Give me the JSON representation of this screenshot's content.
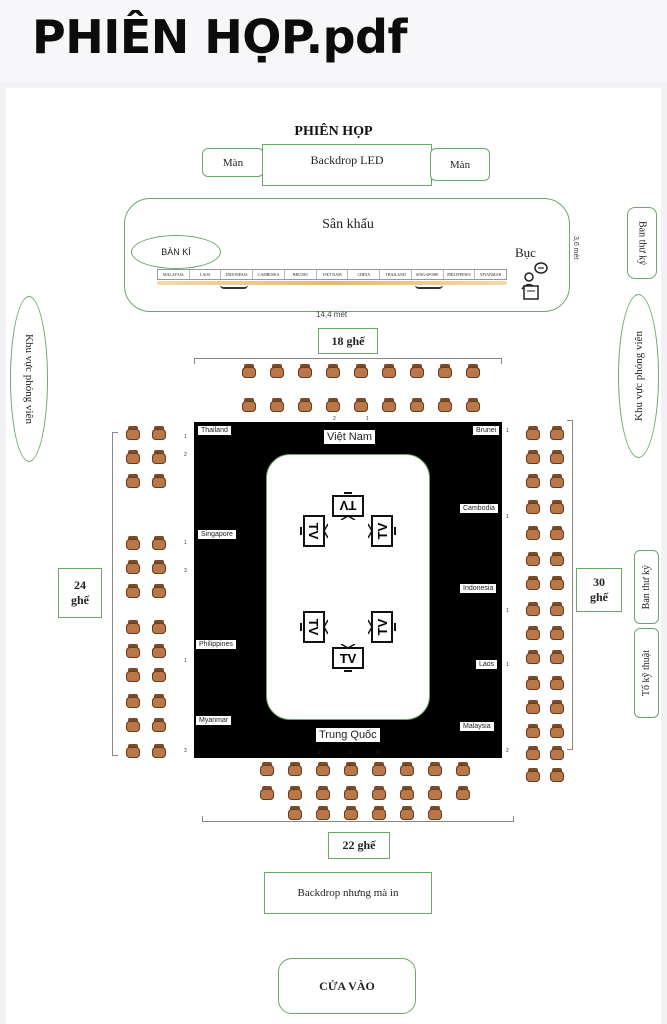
{
  "file_title": "PHIÊN HỌP.pdf",
  "plan": {
    "title": "PHIÊN HỌP",
    "backdrop_led": "Backdrop LED",
    "curtain_left": "Màn",
    "curtain_right": "Màn",
    "stage": "Sân khấu",
    "signing_table": "BÀN KÍ",
    "podium": "Bục",
    "stage_depth": "3,6 mét",
    "stage_width": "14,4 mét",
    "stage_flags": [
      "MALAYSIA",
      "LAOS",
      "INDONESIA",
      "CAMBODIA",
      "BRUNEI",
      "VIET NAM",
      "CHINA",
      "THAILAND",
      "SINGAPORE",
      "PHILIPPINES",
      "MYANMAR"
    ],
    "secretary_top": "Ban thư ký",
    "secretary_right": "Ban thư ký",
    "tech_team": "Tổ kỹ thuật",
    "press_left": "Khu vực phóng viên",
    "press_right": "Khu vực phóng viên",
    "seats_top": "18 ghế",
    "seats_left": "24 ghế",
    "seats_right": "30 ghế",
    "seats_bottom": "22 ghế",
    "backdrop_bottom": "Backdrop nhưng mà in",
    "entrance": "CỬA VÀO",
    "tv_label": "TV",
    "countries": {
      "vietnam": "Việt Nam",
      "china": "Trung Quốc",
      "thailand": "Thailand",
      "singapore": "Singapore",
      "philippines": "Philippines",
      "myanmar": "Myanmar",
      "brunei": "Brunei",
      "cambodia": "Cambodia",
      "indonesia": "Indonesia",
      "laos": "Laos",
      "malaysia": "Malaysia"
    },
    "seat_numbers": [
      "1",
      "2",
      "3"
    ]
  },
  "colors": {
    "box_border": "#6aa86a",
    "table": "#000000",
    "seat": "#b9774a"
  }
}
